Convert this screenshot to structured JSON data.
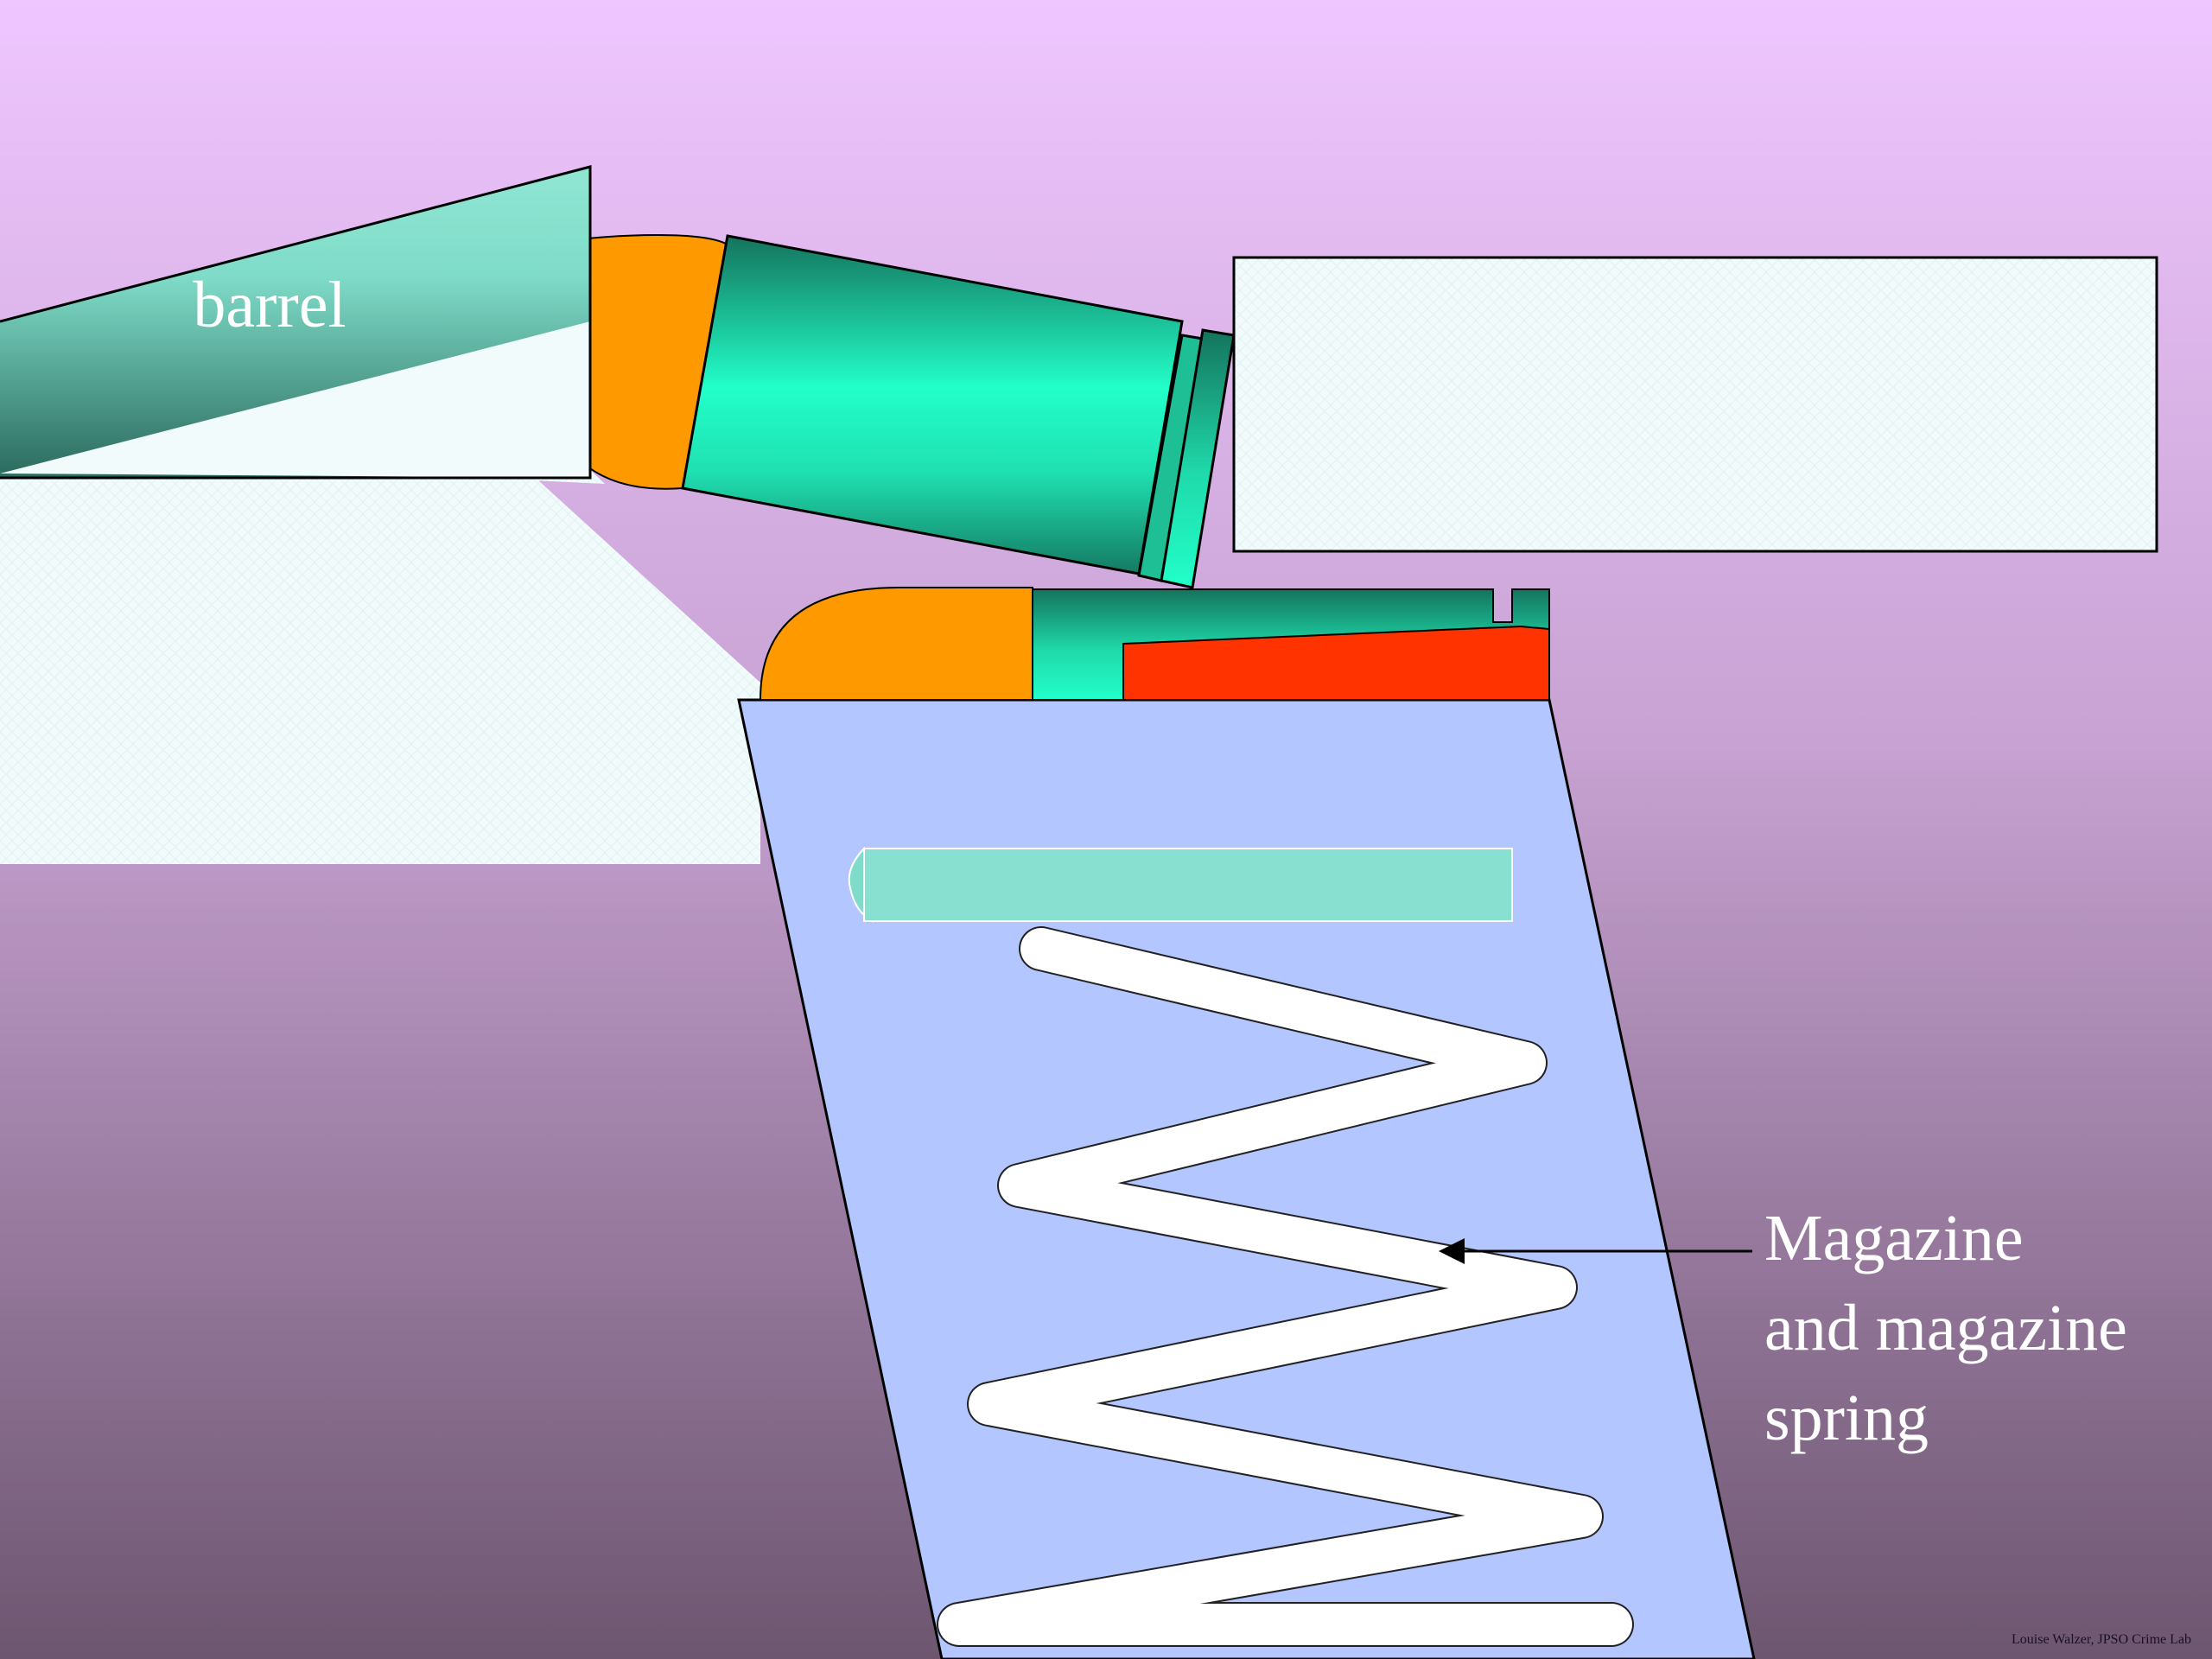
{
  "labels": {
    "barrel": "barrel",
    "magazine_line1": "Magazine",
    "magazine_line2": "and magazine",
    "magazine_line3": "spring"
  },
  "credit": "Louise Walzer, JPSO Crime Lab",
  "colors": {
    "background_top": "#efc6ff",
    "background_bottom": "#6d5670",
    "barrel": "#7fdcc8",
    "cartridge_case": "#22ffc9",
    "bullet": "#ff9900",
    "magazine_body": "#b3c6ff",
    "follower": "#ff3300",
    "spring": "#ffffff",
    "panel": "#f2fbfb"
  }
}
